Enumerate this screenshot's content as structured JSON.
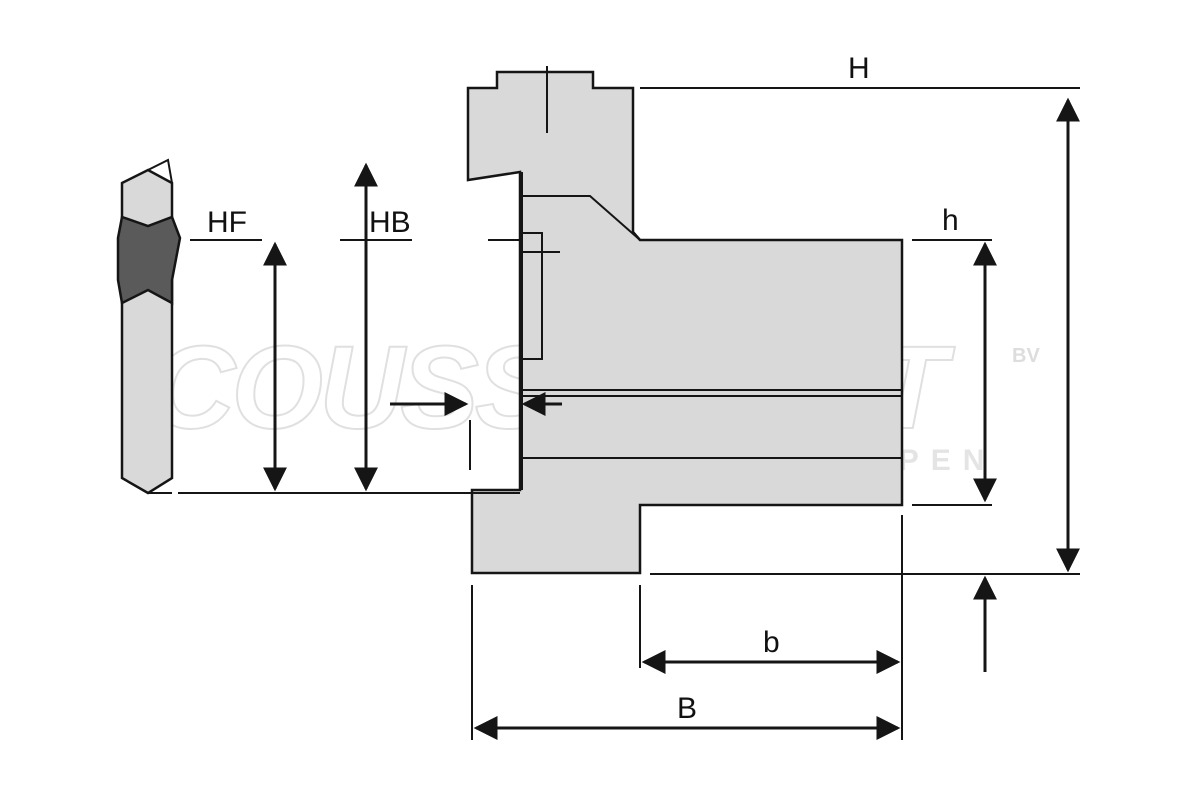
{
  "labels": {
    "H": "H",
    "h": "h",
    "HF": "HF",
    "HB": "HB",
    "b": "b",
    "B": "B"
  },
  "watermark": {
    "name": "COUSSEMENT",
    "suffix": "BV",
    "tagline": "GEREEDSCHAPPEN"
  },
  "colors": {
    "part_fill": "#d9d9d9",
    "jaw_fill": "#5a5a5a",
    "line": "#151515"
  }
}
